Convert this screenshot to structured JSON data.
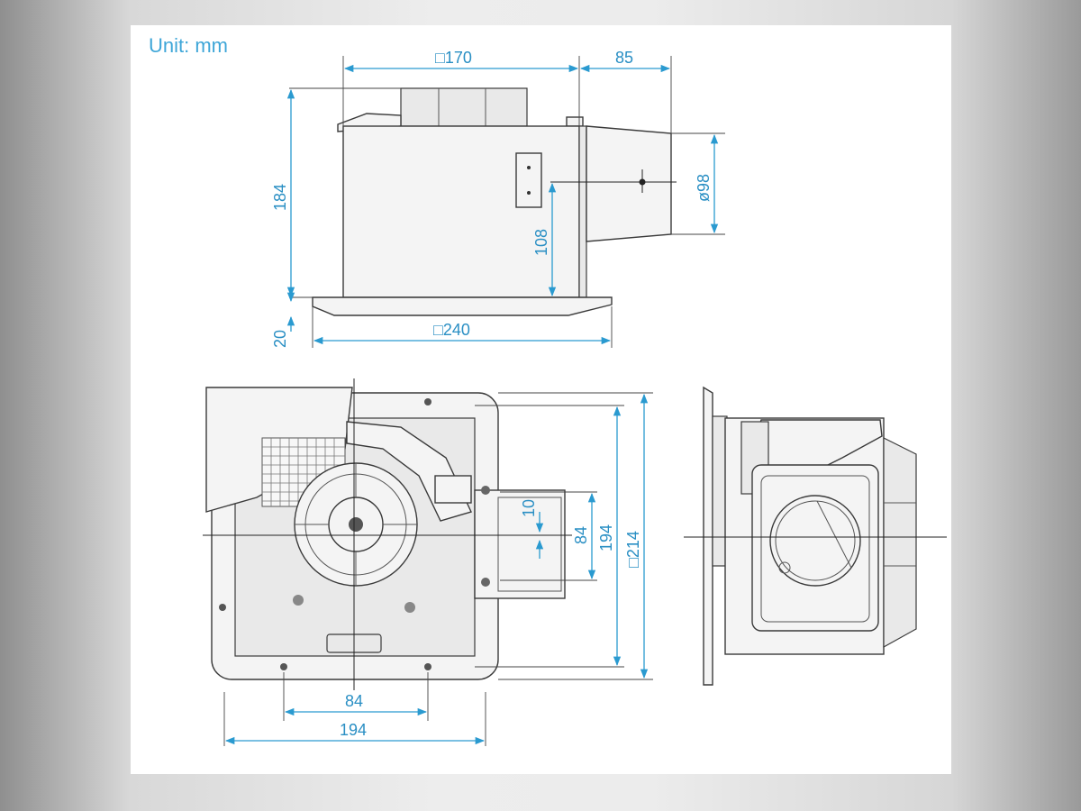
{
  "unit_label": "Unit: mm",
  "top_view": {
    "width_top": "□170",
    "offset_right": "85",
    "height": "184",
    "duct_diameter": "ø98",
    "duct_height": "108",
    "flange_thickness": "20",
    "grille_width": "□240"
  },
  "bottom_view": {
    "offset_small": "10",
    "duct_span": "84",
    "body_height": "194",
    "grille_height": "□214",
    "bottom_span": "84",
    "bottom_width": "194"
  },
  "colors": {
    "dimension": "#2a9ad0",
    "outline": "#3a3a3a"
  }
}
